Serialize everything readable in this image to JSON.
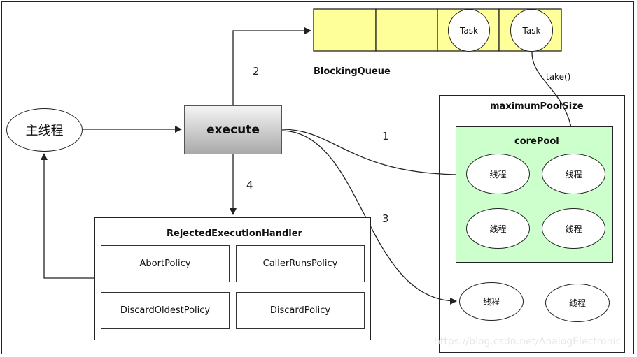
{
  "main_thread": "主线程",
  "execute": "execute",
  "blocking_queue": {
    "label": "BlockingQueue",
    "tasks": [
      "Task",
      "Task"
    ]
  },
  "take_label": "take()",
  "arrow_numbers": [
    "1",
    "2",
    "3",
    "4"
  ],
  "maximum_pool": {
    "label": "maximumPoolSize",
    "core_pool": {
      "label": "corePool",
      "threads": [
        "线程",
        "线程",
        "线程",
        "线程"
      ]
    },
    "extra_threads": [
      "线程",
      "线程"
    ]
  },
  "rejected_handler": {
    "label": "RejectedExecutionHandler",
    "policies": [
      "AbortPolicy",
      "CallerRunsPolicy",
      "DiscardOldestPolicy",
      "DiscardPolicy"
    ]
  },
  "watermark": "https://blog.csdn.net/AnalogElectronic",
  "colors": {
    "queue_fill": "#ffff99",
    "core_pool_fill": "#ccffcc",
    "execute_gradient_top": "#f4f4f4",
    "execute_gradient_bottom": "#a9a9a9"
  }
}
